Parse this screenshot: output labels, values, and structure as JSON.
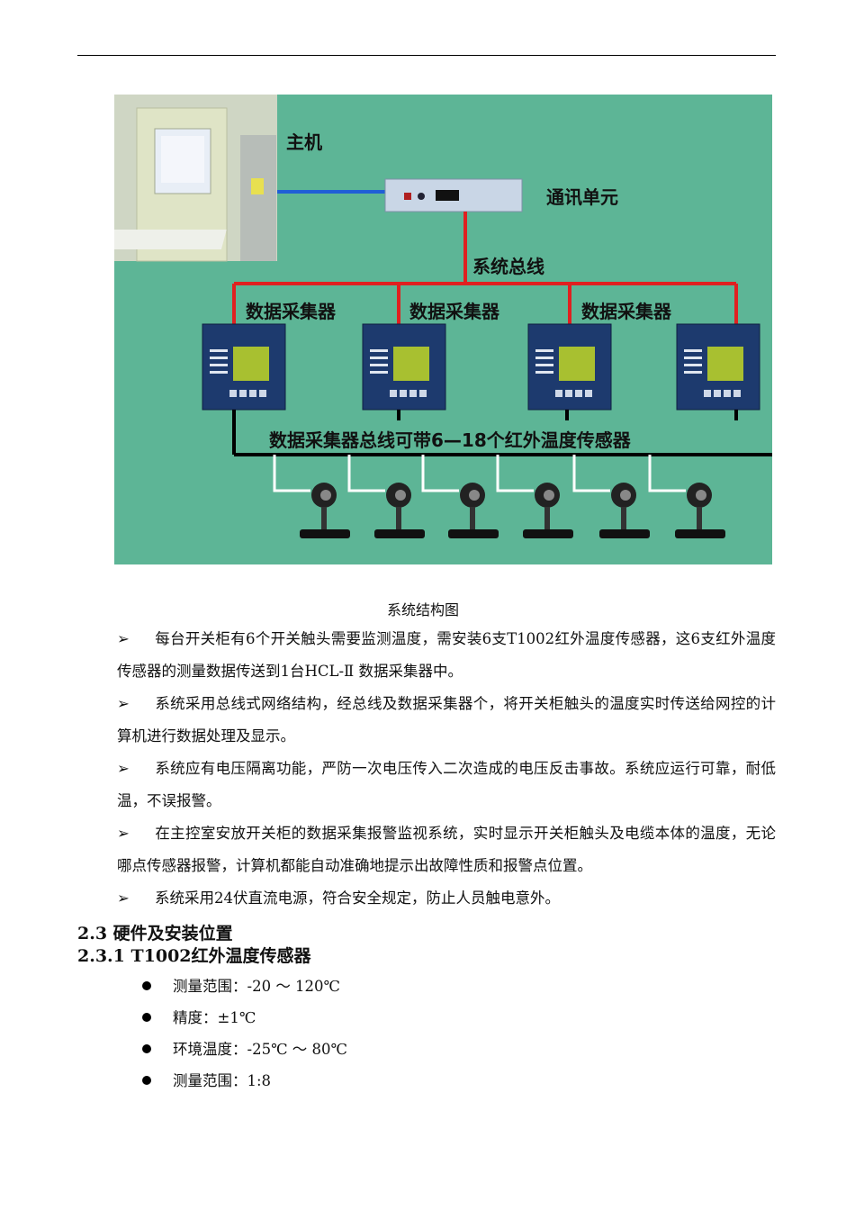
{
  "figure": {
    "labels": {
      "host": "主机",
      "comm_unit": "通讯单元",
      "system_bus": "系统总线",
      "collector": "数据采集器",
      "collector_bus": "数据采集器总线可带6—18个红外温度传感器"
    },
    "colors": {
      "background": "#5db596",
      "host_link": "#1f5fd6",
      "system_bus": "#e02020",
      "collector_bus": "#000000"
    },
    "caption": "系统结构图"
  },
  "paragraphs": [
    {
      "marker": "➢",
      "text": "每台开关柜有6个开关触头需要监测温度，需安装6支T1002红外温度传感器，这6支红外温度传感器的测量数据传送到1台HCL-Ⅱ 数据采集器中。"
    },
    {
      "marker": "➢",
      "text": "系统采用总线式网络结构，经总线及数据采集器个，将开关柜触头的温度实时传送给网控的计算机进行数据处理及显示。"
    },
    {
      "marker": "➢",
      "text": "系统应有电压隔离功能，严防一次电压传入二次造成的电压反击事故。系统应运行可靠，耐低温，不误报警。"
    },
    {
      "marker": "➢",
      "text": "在主控室安放开关柜的数据采集报警监视系统，实时显示开关柜触头及电缆本体的温度，无论哪点传感器报警，计算机都能自动准确地提示出故障性质和报警点位置。"
    },
    {
      "marker": "➢",
      "text": "系统采用24伏直流电源，符合安全规定，防止人员触电意外。"
    }
  ],
  "headings": {
    "h2": "2.3 硬件及安装位置",
    "h3": "2.3.1 T1002红外温度传感器"
  },
  "specs": [
    "测量范围：-20 ～ 120℃",
    "精度：±1℃",
    "环境温度：-25℃ ～ 80℃",
    "测量范围：1:8"
  ]
}
